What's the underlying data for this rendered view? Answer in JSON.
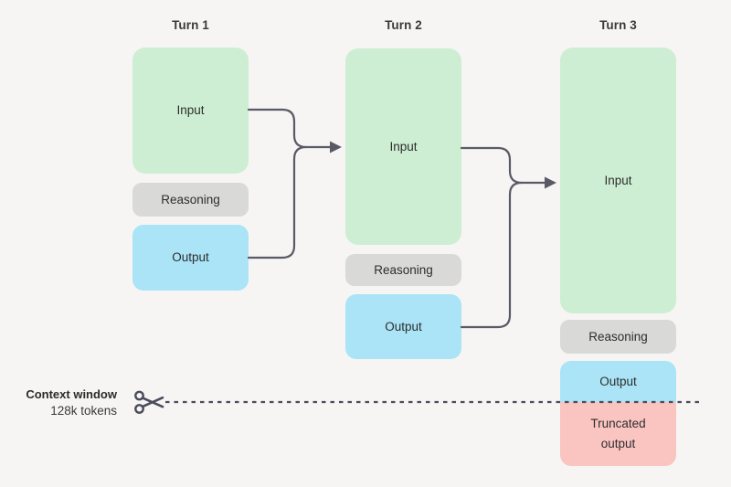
{
  "diagram": {
    "background_color": "#f6f5f4",
    "turns": [
      {
        "title": "Turn 1",
        "blocks": [
          {
            "label": "Input"
          },
          {
            "label": "Reasoning"
          },
          {
            "label": "Output"
          }
        ]
      },
      {
        "title": "Turn 2",
        "blocks": [
          {
            "label": "Input"
          },
          {
            "label": "Reasoning"
          },
          {
            "label": "Output"
          }
        ]
      },
      {
        "title": "Turn 3",
        "blocks": [
          {
            "label": "Input"
          },
          {
            "label": "Reasoning"
          },
          {
            "label": "Output"
          },
          {
            "label": "Truncated output"
          }
        ]
      }
    ],
    "context_window": {
      "title": "Context window",
      "subtitle": "128k tokens"
    },
    "icons": {
      "scissors": "✂"
    },
    "colors": {
      "input_box": "#cdeed3",
      "reasoning_box": "#d9d9d7",
      "output_box": "#aae4f6",
      "truncated_box": "#fac4c1",
      "connector": "#5a5a66",
      "context_line": "#4b4b5a",
      "text": "#2d2d2d"
    }
  }
}
